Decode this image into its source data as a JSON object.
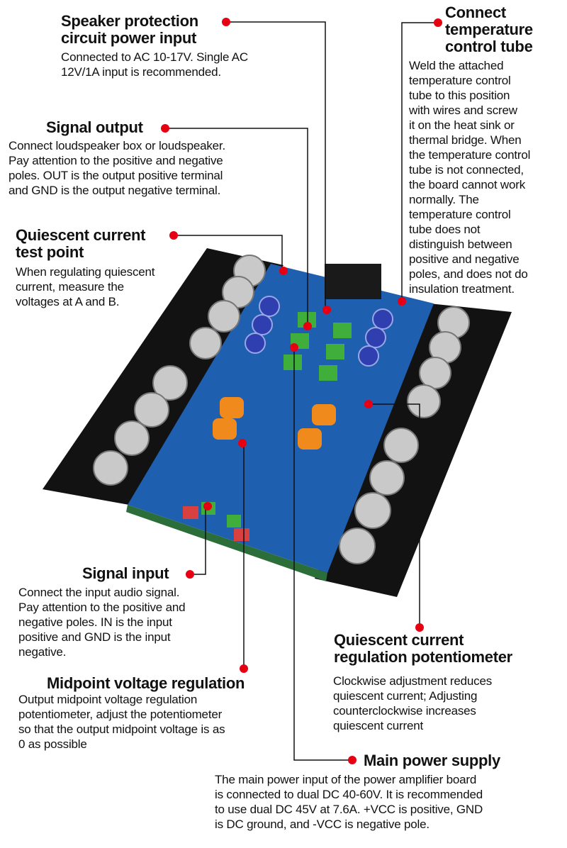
{
  "colors": {
    "dot": "#e60012",
    "line": "#111111",
    "pcb": "#1f5fb0",
    "heatsink": "#121212"
  },
  "callouts": {
    "speaker_protection": {
      "title": "Speaker protection\ncircuit power input",
      "body": "Connected to AC 10-17V. Single AC\n12V/1A input is recommended."
    },
    "temperature_tube": {
      "title": "Connect\ntemperature\ncontrol tube",
      "body": "Weld the attached\ntemperature control\ntube to this position\nwith wires and screw\nit on the heat sink or\nthermal bridge. When\nthe temperature control\ntube is not connected,\nthe board cannot work\nnormally. The\ntemperature control\ntube does not\ndistinguish between\npositive and negative\npoles, and does not do\ninsulation treatment."
    },
    "signal_output": {
      "title": "Signal output",
      "body": "Connect loudspeaker box or loudspeaker.\nPay attention to the positive and negative\npoles. OUT is the output positive terminal\nand GND is the output negative terminal."
    },
    "quiescent_test_point": {
      "title": "Quiescent current\ntest point",
      "body": "When regulating quiescent\ncurrent, measure the\nvoltages at A and B."
    },
    "signal_input": {
      "title": "Signal input",
      "body": "Connect the input audio signal.\nPay attention to the positive and\nnegative poles. IN is the input\npositive and GND is the input\nnegative."
    },
    "midpoint_voltage": {
      "title": "Midpoint voltage regulation",
      "body": "Output midpoint voltage regulation\npotentiometer, adjust the potentiometer\nso that the output midpoint voltage is as\n0 as possible"
    },
    "quiescent_pot": {
      "title": "Quiescent current\nregulation potentiometer",
      "body": "Clockwise adjustment reduces\nquiescent current; Adjusting\ncounterclockwise increases\nquiescent current"
    },
    "main_power": {
      "title": "Main power supply",
      "body": "The main power input of the power amplifier board\nis connected to dual DC 40-60V. It is recommended\nto use dual DC 45V at 7.6A. +VCC is positive, GND\nis DC ground, and -VCC is negative pole."
    }
  }
}
